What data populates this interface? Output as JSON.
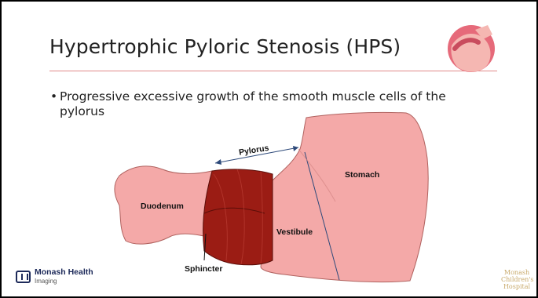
{
  "title": "Hypertrophic Pyloric Stenosis (HPS)",
  "bullet": {
    "line1": "Progressive excessive growth of the smooth muscle cells of the",
    "line2": "pylorus"
  },
  "diagram": {
    "labels": {
      "pylorus": "Pylorus",
      "stomach": "Stomach",
      "duodenum": "Duodenum",
      "vestibule": "Vestibule",
      "sphincter": "Sphincter"
    }
  },
  "colors": {
    "organ_fill": "#f4a9a8",
    "organ_outline": "#b0625f",
    "muscle_fill": "#9b1c14",
    "accent_line": "#e08a8a",
    "arrow": "#2e4a7a"
  },
  "logos": {
    "left_name": "Monash Health",
    "left_sub": "Imaging",
    "right_line1": "Monash",
    "right_line2": "Children's",
    "right_line3": "Hospital"
  },
  "icons": [
    "stomach-illustration-icon",
    "monash-health-logo-icon"
  ]
}
